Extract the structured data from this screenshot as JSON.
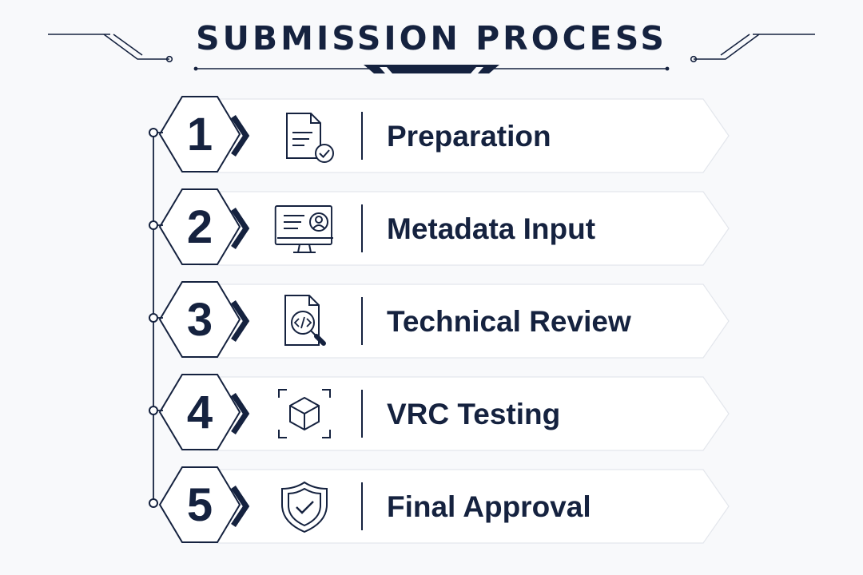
{
  "title": "SUBMISSION PROCESS",
  "colors": {
    "navy": "#15223f",
    "panel": "#ffffff",
    "background": "#f8f9fb"
  },
  "steps": [
    {
      "number": "1",
      "label": "Preparation",
      "icon": "document-check-icon"
    },
    {
      "number": "2",
      "label": "Metadata Input",
      "icon": "monitor-profile-icon"
    },
    {
      "number": "3",
      "label": "Technical Review",
      "icon": "code-search-icon"
    },
    {
      "number": "4",
      "label": "VRC Testing",
      "icon": "cube-scan-icon"
    },
    {
      "number": "5",
      "label": "Final Approval",
      "icon": "shield-check-icon"
    }
  ]
}
